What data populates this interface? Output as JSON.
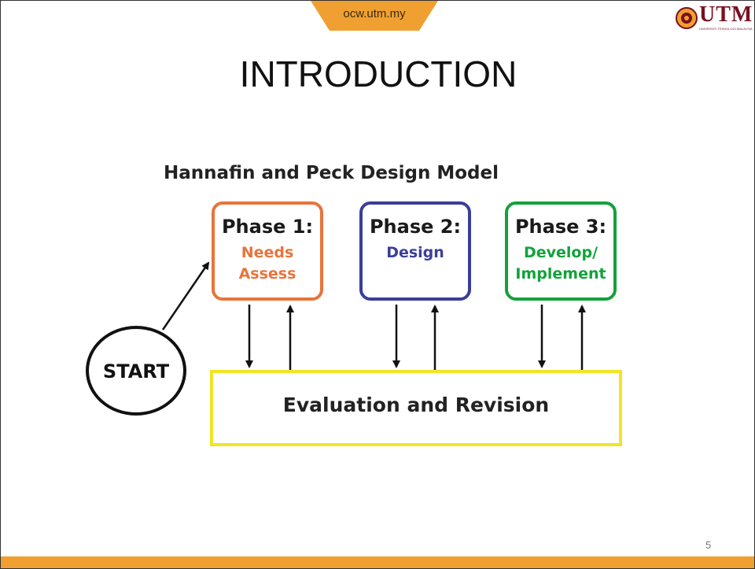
{
  "header": {
    "site_label": "ocw.utm.my",
    "logo_text": "UTM",
    "logo_subtext": "UNIVERSITI TEKNOLOGI MALAYSIA"
  },
  "slide": {
    "title": "INTRODUCTION",
    "page_number": "5"
  },
  "diagram": {
    "title": "Hannafin and Peck Design Model",
    "start_label": "START",
    "phases": [
      {
        "label": "Phase 1:",
        "sublabel": "Needs\nAssess",
        "color": "#e8743b"
      },
      {
        "label": "Phase 2:",
        "sublabel": "Design",
        "color": "#3b3e98"
      },
      {
        "label": "Phase 3:",
        "sublabel": "Develop/\nImplement",
        "color": "#12a23a"
      }
    ],
    "evaluation_label": "Evaluation and Revision",
    "evaluation_color": "#f0e526"
  },
  "colors": {
    "accent_orange": "#f0a030",
    "logo_maroon": "#7a1020"
  }
}
